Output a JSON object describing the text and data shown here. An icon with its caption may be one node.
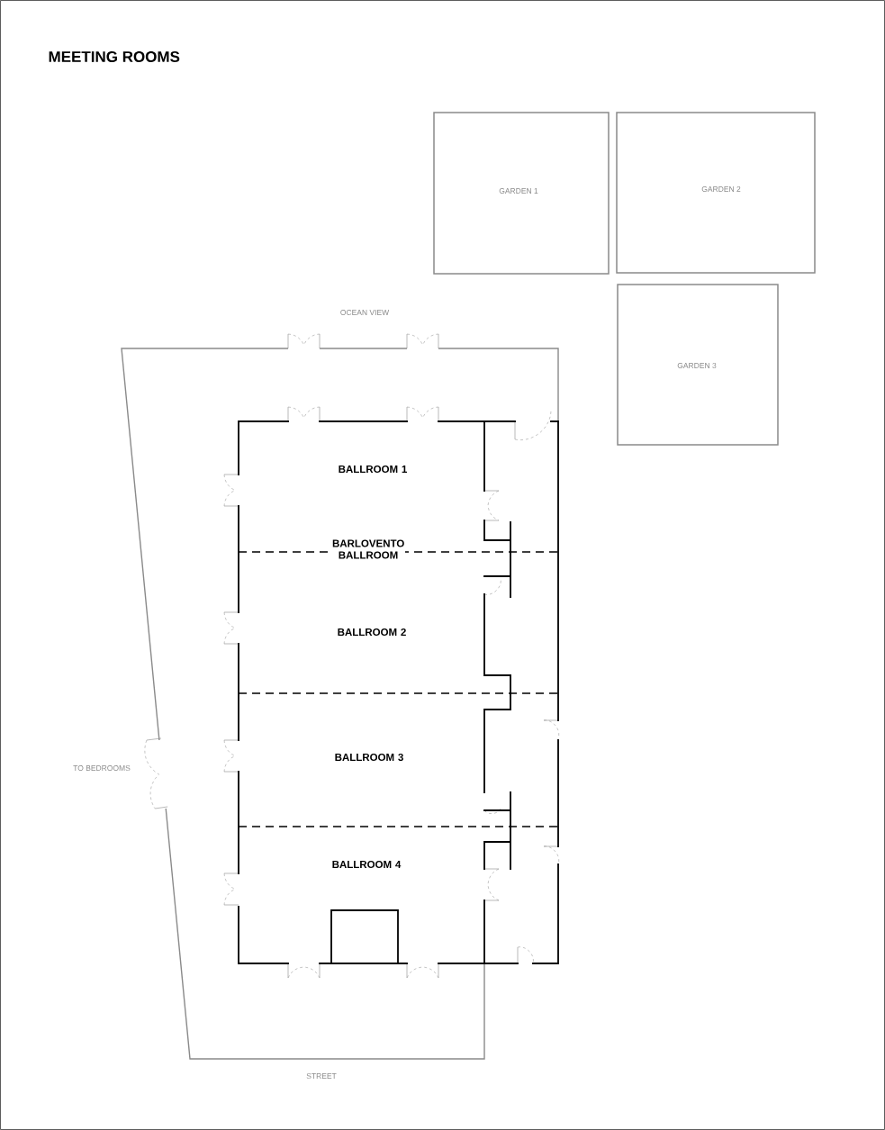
{
  "diagram": {
    "title": "MEETING ROOMS",
    "nodes": [
      {
        "text": [
          "GARDEN 1"
        ]
      },
      {
        "text": [
          "GARDEN 2"
        ]
      },
      {
        "text": [
          "GARDEN 3"
        ]
      },
      {
        "text": [
          "BARLOVENTO BALLROOM"
        ]
      },
      {
        "text": [
          "BALLROOM 1"
        ],
        "in": 3
      },
      {
        "text": [
          "BALLROOM 2"
        ],
        "in": 3
      },
      {
        "text": [
          "BALLROOM 3"
        ],
        "in": 3
      },
      {
        "text": [
          "BALLROOM 4"
        ],
        "in": 3
      },
      {
        "text": [],
        "shape": "box",
        "in": 3
      }
    ],
    "labels": [
      "OCEAN VIEW",
      "TO BEDROOMS",
      "STREET"
    ]
  }
}
